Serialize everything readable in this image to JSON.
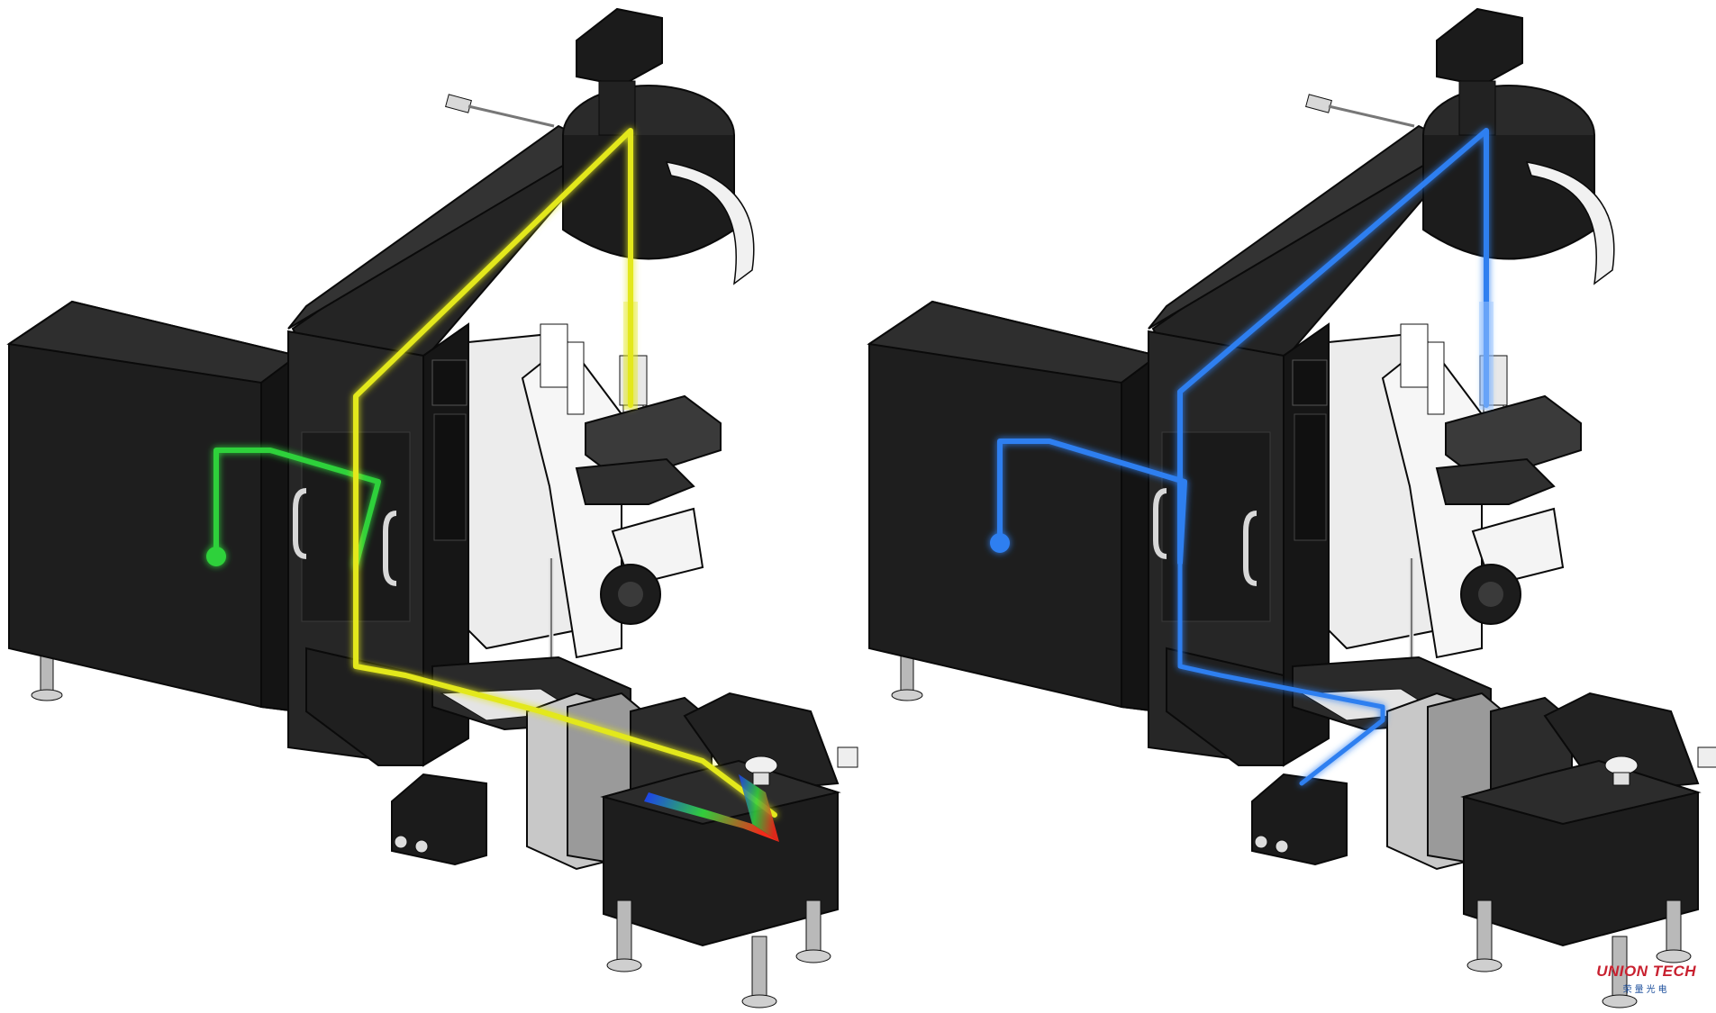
{
  "colors": {
    "housing_dark": "#1e1e1e",
    "housing_mid": "#2e2e2e",
    "housing_light": "#e9e9e9",
    "outline": "#0a0a0a",
    "leg_metal": "#b9b9b9",
    "lightpath_yellow": "#e3e81a",
    "lightpath_green": "#2fd13a",
    "lightpath_blue": "#2f7ff0",
    "spectrum_start": "#1a3cff",
    "spectrum_mid": "#32d43c",
    "spectrum_end": "#ff2a1a"
  },
  "panels": [
    {
      "id": "left",
      "lightpath": "yellow-green",
      "shows_spectrum": true
    },
    {
      "id": "right",
      "lightpath": "blue",
      "shows_spectrum": false
    }
  ],
  "logo": {
    "main": "UNION TECH",
    "sub": "荣量光电"
  }
}
